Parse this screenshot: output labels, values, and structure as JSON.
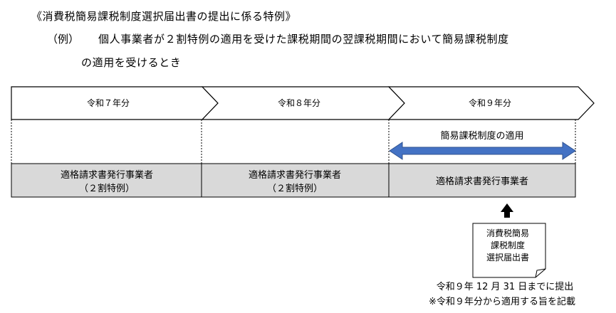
{
  "heading": "《消費税簡易課税制度選択届出書の提出に係る特例》",
  "example": {
    "label": "（例）",
    "line1": "個人事業者が２割特例の適用を受けた課税期間の翌課税期間において簡易課税制度",
    "line2": "の適用を受けるとき"
  },
  "years": [
    "令和７年分",
    "令和８年分",
    "令和９年分"
  ],
  "simplified_usage": "簡易課税制度の適用",
  "status": [
    {
      "line1": "適格請求書発行事業者",
      "line2": "（２割特例）"
    },
    {
      "line1": "適格請求書発行事業者",
      "line2": "（２割特例）"
    },
    {
      "line1": "適格請求書発行事業者"
    }
  ],
  "form": {
    "line1": "消費税簡易",
    "line2": "課税制度",
    "line3": "選択届出書"
  },
  "deadline": {
    "line1": "令和９年 12 月 31 日までに提出",
    "line2": "※令和９年分から適用する旨を記載"
  },
  "colors": {
    "gray_fill": "#d9d9d9",
    "arrow_blue": "#4472c4",
    "arrow_blue_dark": "#2f528f"
  }
}
